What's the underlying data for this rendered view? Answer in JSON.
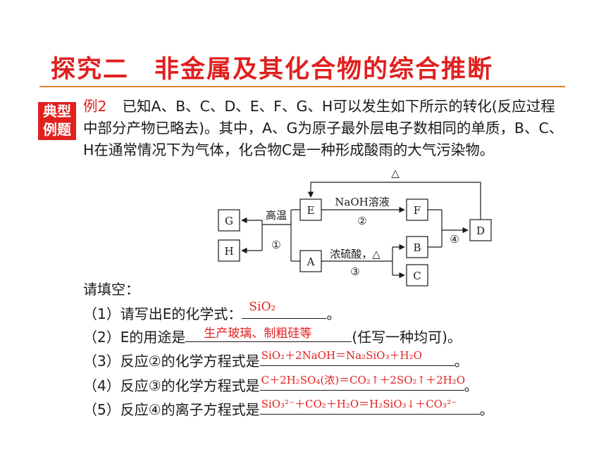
{
  "title": {
    "part1": "探究二",
    "part2": "非金属及其化合物的综合推断"
  },
  "badge": {
    "line1": "典型",
    "line2": "例题"
  },
  "problem": {
    "label": "例2",
    "text": "已知A、B、C、D、E、F、G、H可以发生如下所示的转化(反应过程中部分产物已略去)。其中，A、G为原子最外层电子数相同的单质，B、C、H在通常情况下为气体，化合物C是一种形成酸雨的大气污染物。"
  },
  "diagram": {
    "nodes": {
      "G": "G",
      "H": "H",
      "E": "E",
      "A": "A",
      "F": "F",
      "B": "B",
      "C": "C",
      "D": "D"
    },
    "top_condition": "△",
    "cond_high_temp": "高温",
    "step1": "①",
    "cond_naoh": "NaOH溶液",
    "step2": "②",
    "cond_acid": "浓硫酸，△",
    "step3": "③",
    "step4": "④"
  },
  "questions": {
    "intro": "请填空：",
    "q1_prefix": "（1）请写出E的化学式：",
    "q1_suffix": "。",
    "q1_answer": "SiO₂",
    "q2_prefix": "（2）E的用途是",
    "q2_suffix": "(任写一种均可)。",
    "q2_answer": "生产玻璃、制粗硅等",
    "q3_prefix": "（3）反应②的化学方程式是",
    "q3_suffix": "。",
    "q3_answer": "SiO₂＋2NaOH＝Na₂SiO₃＋H₂O",
    "q4_prefix": "（4）反应③的化学方程式是",
    "q4_suffix": "。",
    "q4_answer": "C＋2H₂SO₄(浓)＝CO₂↑＋2SO₂↑＋2H₂O",
    "q5_prefix": "（5）反应④的离子方程式是",
    "q5_suffix": "。",
    "q5_answer": "SiO₃²⁻＋CO₂＋H₂O＝H₂SiO₃↓＋CO₃²⁻"
  },
  "colors": {
    "accent": "#e0201f",
    "rule": "#e0812e"
  }
}
